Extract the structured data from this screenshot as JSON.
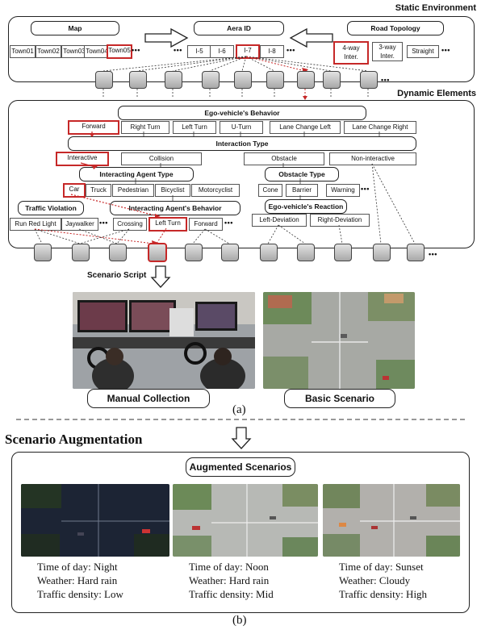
{
  "static_env": {
    "title": "Static Environment",
    "map": {
      "header": "Map",
      "items": [
        "Town01",
        "Town02",
        "Town03",
        "Town04",
        "Town05"
      ],
      "more": "•••"
    },
    "area": {
      "header": "Aera ID",
      "items": [
        "I-5",
        "I-6",
        "I-7",
        "I-8"
      ],
      "more": "•••"
    },
    "road": {
      "header": "Road Topology",
      "items": [
        "4-way Inter.",
        "3-way Inter.",
        "Straight"
      ],
      "more": "•••"
    },
    "nodes_more": "•••"
  },
  "dynamic": {
    "title": "Dynamic Elements",
    "ego_behavior": {
      "header": "Ego-vehicle's Behavior",
      "items": [
        "Forward",
        "Right Turn",
        "Left Turn",
        "U-Turn",
        "Lane Change Left",
        "Lane Change Right"
      ]
    },
    "interaction_type": {
      "header": "Interaction Type",
      "items": [
        "Interactive",
        "Collision",
        "Obstacle",
        "Non-interactive"
      ]
    },
    "agent_type": {
      "header": "Interacting Agent Type",
      "items": [
        "Car",
        "Truck",
        "Pedestrian",
        "Bicyclist",
        "Motorcyclist"
      ]
    },
    "obstacle_type": {
      "header": "Obstacle Type",
      "items": [
        "Cone",
        "Barrier",
        "Warning"
      ],
      "more": "•••"
    },
    "traffic_violation": {
      "header": "Traffic Violation",
      "items": [
        "Run Red Light",
        "Jaywalker"
      ],
      "more": "•••"
    },
    "agent_behavior": {
      "header": "Interacting Agent's Behavior",
      "items": [
        "Crossing",
        "Left Turn",
        "Forward"
      ],
      "more": "•••"
    },
    "ego_reaction": {
      "header": "Ego-vehicle's Reaction",
      "items": [
        "Left-Deviation",
        "Right-Deviation"
      ]
    },
    "nodes_more": "•••"
  },
  "scenario_script": "Scenario Script",
  "manual_collection": "Manual Collection",
  "basic_scenario": "Basic Scenario",
  "caption_a": "(a)",
  "augmentation": {
    "title": "Scenario Augmentation",
    "panel_title": "Augmented Scenarios",
    "scenes": [
      {
        "time": "Time of day: Night",
        "weather": "Weather: Hard rain",
        "density": "Traffic density: Low"
      },
      {
        "time": "Time of day: Noon",
        "weather": "Weather: Hard rain",
        "density": "Traffic density: Mid"
      },
      {
        "time": "Time of day: Sunset",
        "weather": "Weather: Cloudy",
        "density": "Traffic density: High"
      }
    ]
  },
  "caption_b": "(b)",
  "colors": {
    "highlight": "#c62828",
    "node_fill": "#bdbdbd",
    "outline": "#222222"
  }
}
